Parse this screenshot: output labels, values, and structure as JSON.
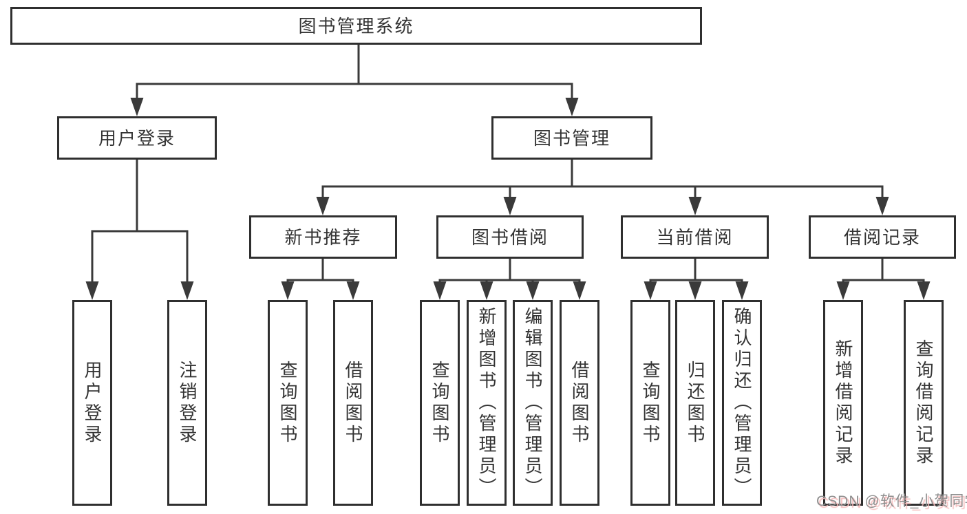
{
  "colors": {
    "line": "#3a3a3a",
    "box_border": "#2f2f2f",
    "box_fill": "#ffffff",
    "text": "#333333",
    "background": "#ffffff",
    "watermark_gray": "#8f8f8f",
    "watermark_pink": "#f6bcbc"
  },
  "tree": {
    "root": {
      "label": "图书管理系统"
    },
    "children": [
      {
        "label": "用户登录",
        "children": [
          {
            "label": "用户登录"
          },
          {
            "label": "注销登录"
          }
        ]
      },
      {
        "label": "图书管理",
        "children": [
          {
            "label": "新书推荐",
            "children": [
              {
                "label": "查询图书"
              },
              {
                "label": "借阅图书"
              }
            ]
          },
          {
            "label": "图书借阅",
            "children": [
              {
                "label": "查询图书"
              },
              {
                "label": "新增图书（管理员）"
              },
              {
                "label": "编辑图书（管理员）"
              },
              {
                "label": "借阅图书"
              }
            ]
          },
          {
            "label": "当前借阅",
            "children": [
              {
                "label": "查询图书"
              },
              {
                "label": "归还图书"
              },
              {
                "label": "确认归还（管理员）"
              }
            ]
          },
          {
            "label": "借阅记录",
            "children": [
              {
                "label": "新增借阅记录"
              },
              {
                "label": "查询借阅记录"
              }
            ]
          }
        ]
      }
    ]
  },
  "watermark": {
    "text": "CSDN @软件_小贺同学"
  }
}
